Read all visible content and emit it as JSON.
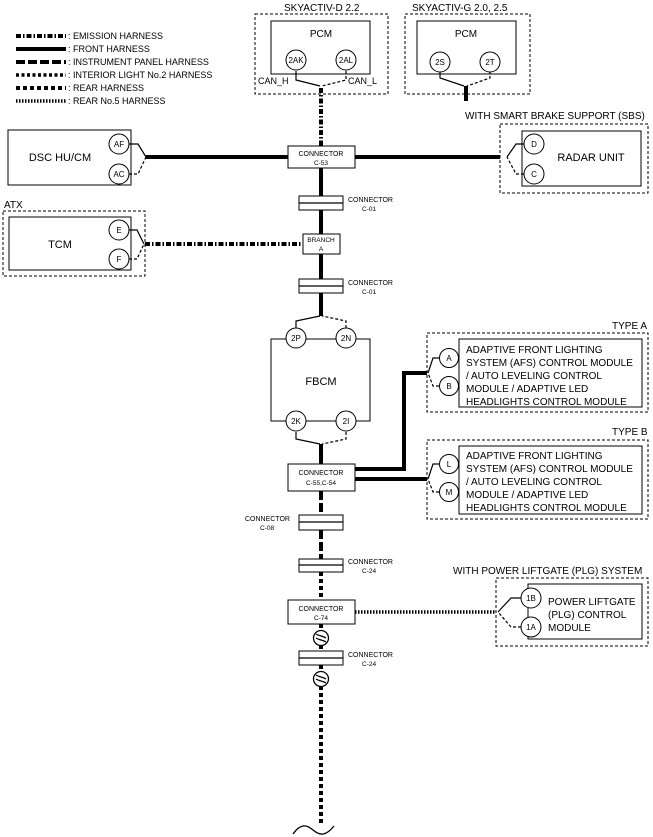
{
  "legend": [
    {
      "label": ": EMISSION HARNESS",
      "style": "emis"
    },
    {
      "label": ": FRONT HARNESS",
      "style": "front"
    },
    {
      "label": ": INSTRUMENT PANEL HARNESS",
      "style": "ipanel"
    },
    {
      "label": ": INTERIOR LIGHT No.2 HARNESS",
      "style": "int2"
    },
    {
      "label": ": REAR HARNESS",
      "style": "rear"
    },
    {
      "label": ": REAR No.5 HARNESS",
      "style": "rear5"
    }
  ],
  "groups": {
    "skyactiv_d": "SKYACTIV-D 2.2",
    "skyactiv_g": "SKYACTIV-G 2.0, 2.5",
    "sbs": "WITH SMART BRAKE SUPPORT (SBS)",
    "atx": "ATX",
    "type_a": "TYPE A",
    "type_b": "TYPE B",
    "plg": "WITH POWER LIFTGATE (PLG) SYSTEM"
  },
  "modules": {
    "pcm_d": "PCM",
    "pcm_g": "PCM",
    "dsc": "DSC HU/CM",
    "radar": "RADAR UNIT",
    "tcm": "TCM",
    "fbcm": "FBCM",
    "afs_a": [
      "ADAPTIVE FRONT LIGHTING",
      "SYSTEM (AFS) CONTROL MODULE",
      "/ AUTO LEVELING CONTROL",
      "MODULE / ADAPTIVE LED",
      "HEADLIGHTS CONTROL MODULE"
    ],
    "afs_b": [
      "ADAPTIVE FRONT LIGHTING",
      "SYSTEM (AFS) CONTROL MODULE",
      "/ AUTO LEVELING CONTROL",
      "MODULE / ADAPTIVE LED",
      "HEADLIGHTS CONTROL MODULE"
    ],
    "plg": [
      "POWER LIFTGATE",
      "(PLG) CONTROL",
      "MODULE"
    ]
  },
  "pins": {
    "pcm_d_1": "2AK",
    "pcm_d_2": "2AL",
    "pcm_g_1": "2S",
    "pcm_g_2": "2T",
    "dsc_1": "AF",
    "dsc_2": "AC",
    "radar_1": "D",
    "radar_2": "C",
    "tcm_1": "E",
    "tcm_2": "F",
    "fbcm_1": "2P",
    "fbcm_2": "2N",
    "fbcm_3": "2K",
    "fbcm_4": "2I",
    "afs_a_1": "A",
    "afs_a_2": "B",
    "afs_b_1": "L",
    "afs_b_2": "M",
    "plg_1": "1B",
    "plg_2": "1A"
  },
  "can": {
    "h": "CAN_H",
    "l": "CAN_L"
  },
  "connectors": {
    "c53": [
      "CONNECTOR",
      "C-53"
    ],
    "c01a": [
      "CONNECTOR",
      "C-01"
    ],
    "branch": [
      "BRANCH",
      "A"
    ],
    "c01b": [
      "CONNECTOR",
      "C-01"
    ],
    "c55": [
      "CONNECTOR",
      "C-55,C-54"
    ],
    "c08": [
      "CONNECTOR",
      "C-08"
    ],
    "c24a": [
      "CONNECTOR",
      "C-24"
    ],
    "c74": [
      "CONNECTOR",
      "C-74"
    ],
    "c24b": [
      "CONNECTOR",
      "C-24"
    ]
  }
}
